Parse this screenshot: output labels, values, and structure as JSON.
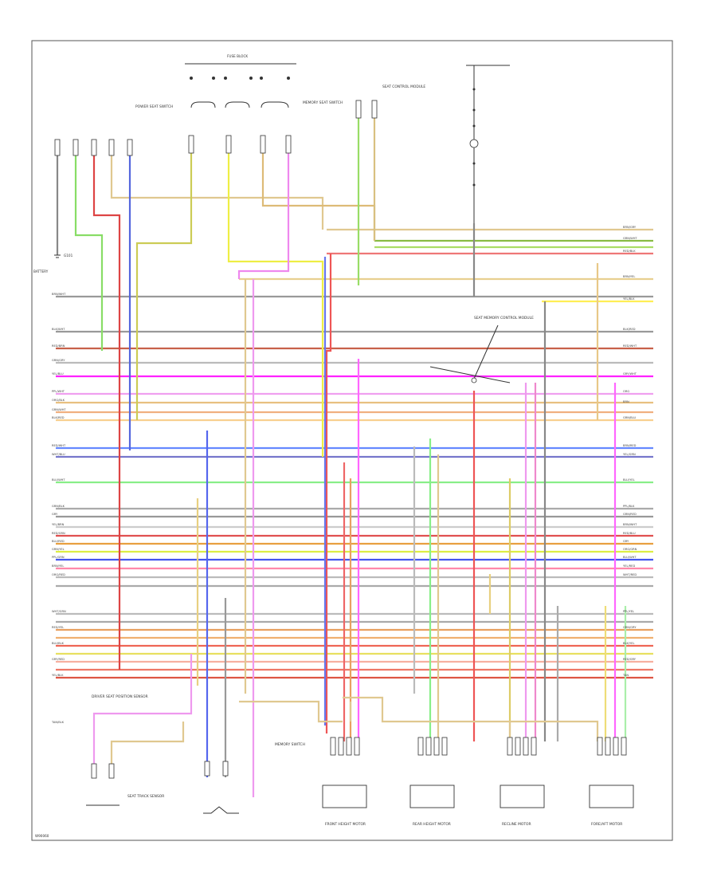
{
  "footer": {
    "code": "W90060"
  },
  "labels": {
    "ground": "G101",
    "battery_left": "BATTERY",
    "fuse_block_top": "FUSE BLOCK",
    "left_column_labels": [
      "BRN/WHT",
      "BLK/WHT",
      "RED/BRN",
      "GRN/GRY",
      "YEL/BLU",
      "PPL/WHT",
      "ORG/BLK",
      "GRN/WHT",
      "BLK/RED",
      "RED/WHT",
      "WHT/BLU",
      "BLU/WHT",
      "GRN/BLK",
      "GRY",
      "YEL/BRN",
      "RED/GRN",
      "BLU/RED",
      "GRN/YEL",
      "PPL/GRN",
      "BRN/YEL",
      "ORG/RED",
      "WHT/GRN",
      "RED/YEL",
      "BLU/BLK",
      "GRY/RED",
      "YEL/BLK",
      "TAN/BLK"
    ],
    "right_column_labels": [
      "BRN/GRY",
      "GRN/WHT",
      "RED/BLK",
      "BRN/YEL",
      "YEL/BLK",
      "BLK/RED",
      "RED/WHT",
      "GRY/WHT",
      "ORG",
      "BRN",
      "GRN/BLU",
      "BRN/RED",
      "YEL/GRN",
      "BLU/YEL",
      "PPL/BLK",
      "GRN/RED",
      "BRN/WHT",
      "RED/BLU",
      "GRY",
      "ORG/GRN",
      "BLU/WHT",
      "YEL/RED",
      "WHT/RED",
      "PPL/YEL",
      "GRN/GRY",
      "BLK/YEL",
      "RED/GRY",
      "TAN"
    ],
    "comp_top_mid": "MEMORY SEAT SWITCH",
    "comp_top_right": "SEAT CONTROL MODULE",
    "comp_top_left": "POWER SEAT SWITCH",
    "comp_center": "SEAT MEMORY CONTROL MODULE",
    "comp_bottom_left_a": "DRIVER SEAT POSITION SENSOR",
    "comp_bottom_left_b": "SEAT TRACK SENSOR",
    "comp_bottom_center": "MEMORY SWITCH",
    "motor1": "FRONT HEIGHT MOTOR",
    "motor2": "REAR HEIGHT MOTOR",
    "motor3": "RECLINE MOTOR",
    "motor4": "FORE/AFT MOTOR"
  }
}
